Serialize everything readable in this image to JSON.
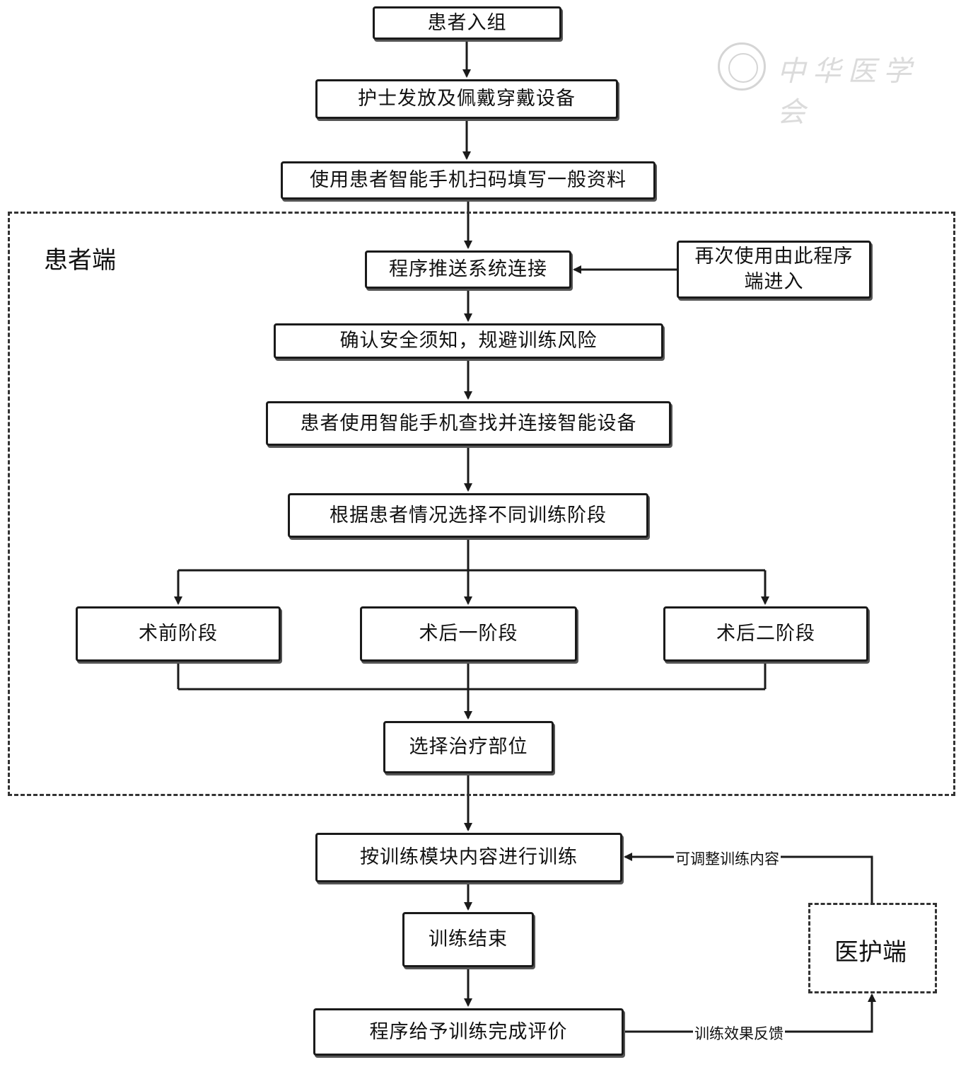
{
  "nodes": {
    "enroll": "患者入组",
    "nurse_device": "护士发放及佩戴穿戴设备",
    "scan_info": "使用患者智能手机扫码填写一般资料",
    "push_connect": "程序推送系统连接",
    "reenter_line1": "再次使用由此程序",
    "reenter_line2": "端进入",
    "safety": "确认安全须知，规避训练风险",
    "connect_device": "患者使用智能手机查找并连接智能设备",
    "choose_stage": "根据患者情况选择不同训练阶段",
    "preop": "术前阶段",
    "postop1": "术后一阶段",
    "postop2": "术后二阶段",
    "select_site": "选择治疗部位",
    "train": "按训练模块内容进行训练",
    "train_end": "训练结束",
    "evaluation": "程序给予训练完成评价"
  },
  "regions": {
    "patient_side": "患者端",
    "medical_side": "医护端"
  },
  "edge_labels": {
    "adjust": "可调整训练内容",
    "feedback": "训练效果反馈"
  },
  "watermark": {
    "text": "中华医学会"
  }
}
